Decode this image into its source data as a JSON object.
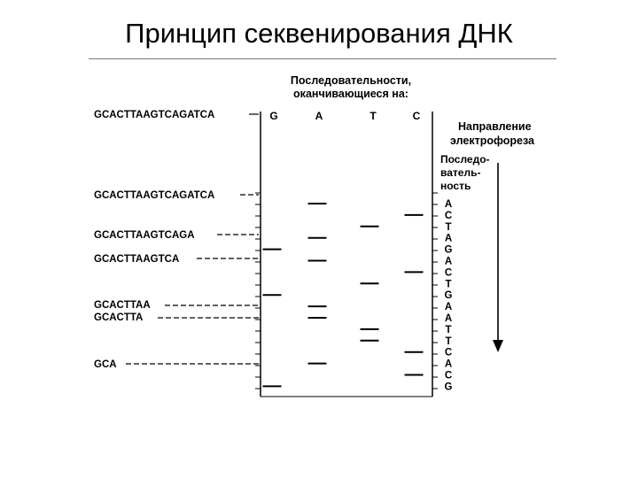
{
  "page": {
    "title": "Принцип секвенирования ДНК"
  },
  "diagram": {
    "header_line1": "Последовательности,",
    "header_line2": "оканчивающиеся на:",
    "lanes": [
      "G",
      "A",
      "T",
      "C"
    ],
    "direction_line1": "Направление",
    "direction_line2": "электрофореза",
    "sequence_label_lines": [
      "Последо-",
      "ватель-",
      "ность"
    ],
    "sequence_letters": [
      "A",
      "C",
      "T",
      "A",
      "G",
      "A",
      "C",
      "T",
      "G",
      "A",
      "A",
      "T",
      "T",
      "C",
      "A",
      "C",
      "G"
    ],
    "fragments": [
      {
        "text": "GCACTTAAGTCAGATCA"
      },
      {
        "text": "GCACTTAAGTCAGATCA"
      },
      {
        "text": "GCACTTAAGTCAGA"
      },
      {
        "text": "GCACTTAAGTCA"
      },
      {
        "text": "GCACTTAA"
      },
      {
        "text": "GCACTTA"
      },
      {
        "text": "GCA"
      }
    ],
    "bands": [
      {
        "lane": "A",
        "pos": 0
      },
      {
        "lane": "C",
        "pos": 1
      },
      {
        "lane": "T",
        "pos": 2
      },
      {
        "lane": "A",
        "pos": 3
      },
      {
        "lane": "G",
        "pos": 4
      },
      {
        "lane": "A",
        "pos": 5
      },
      {
        "lane": "C",
        "pos": 6
      },
      {
        "lane": "T",
        "pos": 7
      },
      {
        "lane": "G",
        "pos": 8
      },
      {
        "lane": "A",
        "pos": 9
      },
      {
        "lane": "A",
        "pos": 10
      },
      {
        "lane": "T",
        "pos": 11
      },
      {
        "lane": "T",
        "pos": 12
      },
      {
        "lane": "C",
        "pos": 13
      },
      {
        "lane": "A",
        "pos": 14
      },
      {
        "lane": "C",
        "pos": 15
      },
      {
        "lane": "G",
        "pos": 16
      }
    ]
  }
}
